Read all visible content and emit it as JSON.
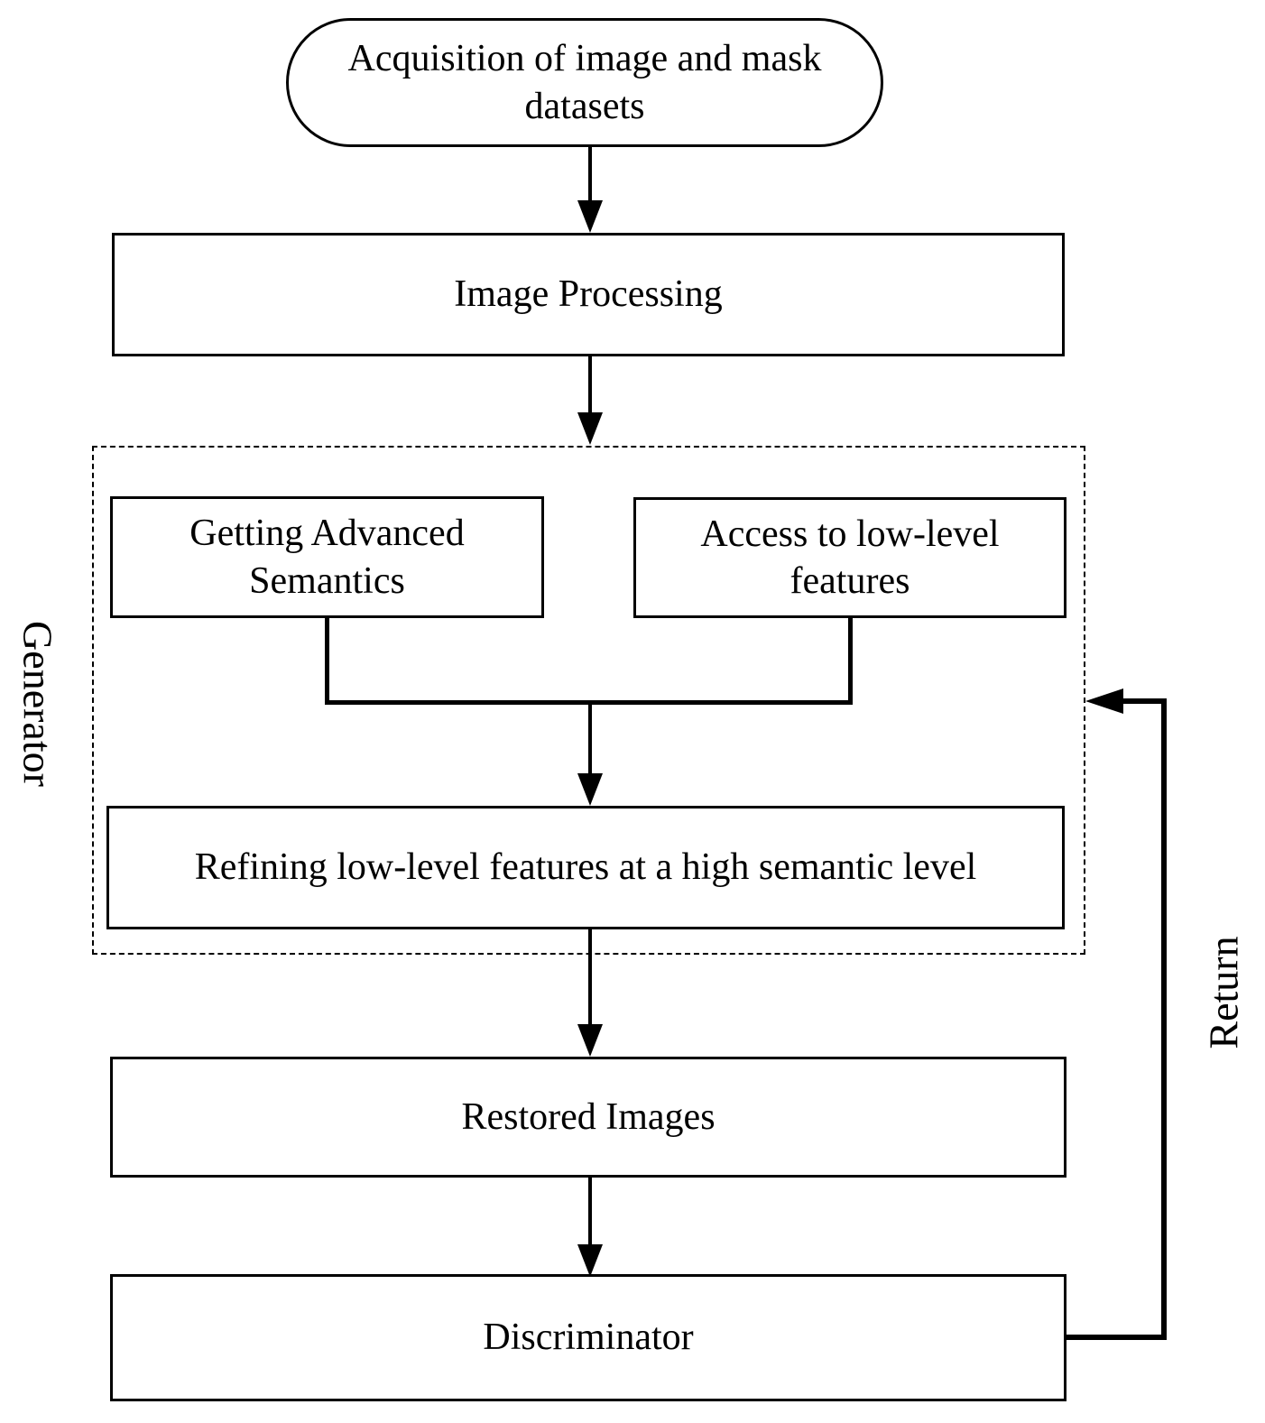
{
  "flowchart": {
    "nodes": {
      "acquisition": {
        "label": "Acquisition of image and mask datasets",
        "shape": "rounded"
      },
      "image_processing": {
        "label": "Image Processing",
        "shape": "rect"
      },
      "getting_advanced_semantics": {
        "label": "Getting Advanced Semantics",
        "shape": "rect"
      },
      "access_low_level_features": {
        "label": "Access to low-level features",
        "shape": "rect"
      },
      "refining": {
        "label": "Refining low-level features at a high semantic level",
        "shape": "rect"
      },
      "restored_images": {
        "label": "Restored Images",
        "shape": "rect"
      },
      "discriminator": {
        "label": "Discriminator",
        "shape": "rect"
      }
    },
    "group_labels": {
      "generator": "Generator",
      "return": "Return"
    },
    "colors": {
      "stroke": "#000000",
      "text": "#000000",
      "background": "#ffffff"
    }
  }
}
